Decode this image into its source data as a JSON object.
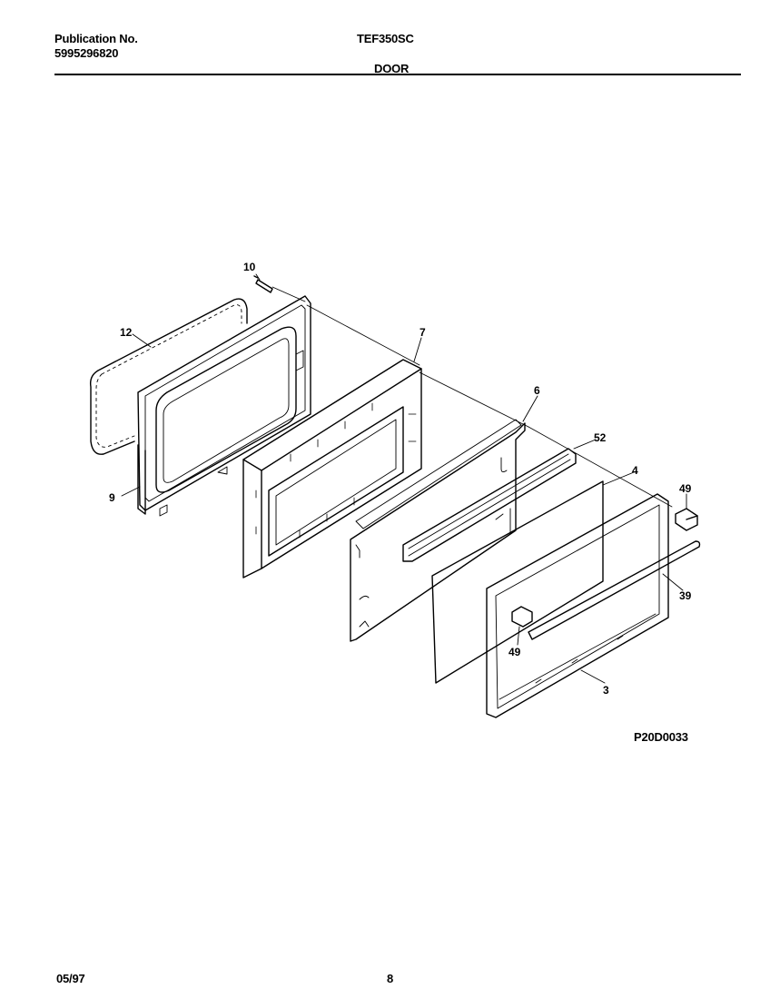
{
  "header": {
    "publication_label": "Publication No.",
    "publication_number": "5995296820",
    "model_number": "TEF350SC",
    "section_title": "DOOR"
  },
  "diagram": {
    "drawing_code": "P20D0033",
    "callouts": {
      "c10": "10",
      "c12": "12",
      "c7": "7",
      "c6": "6",
      "c52": "52",
      "c4": "4",
      "c49a": "49",
      "c9": "9",
      "c39": "39",
      "c49b": "49",
      "c3": "3"
    }
  },
  "footer": {
    "date": "05/97",
    "page": "8"
  }
}
